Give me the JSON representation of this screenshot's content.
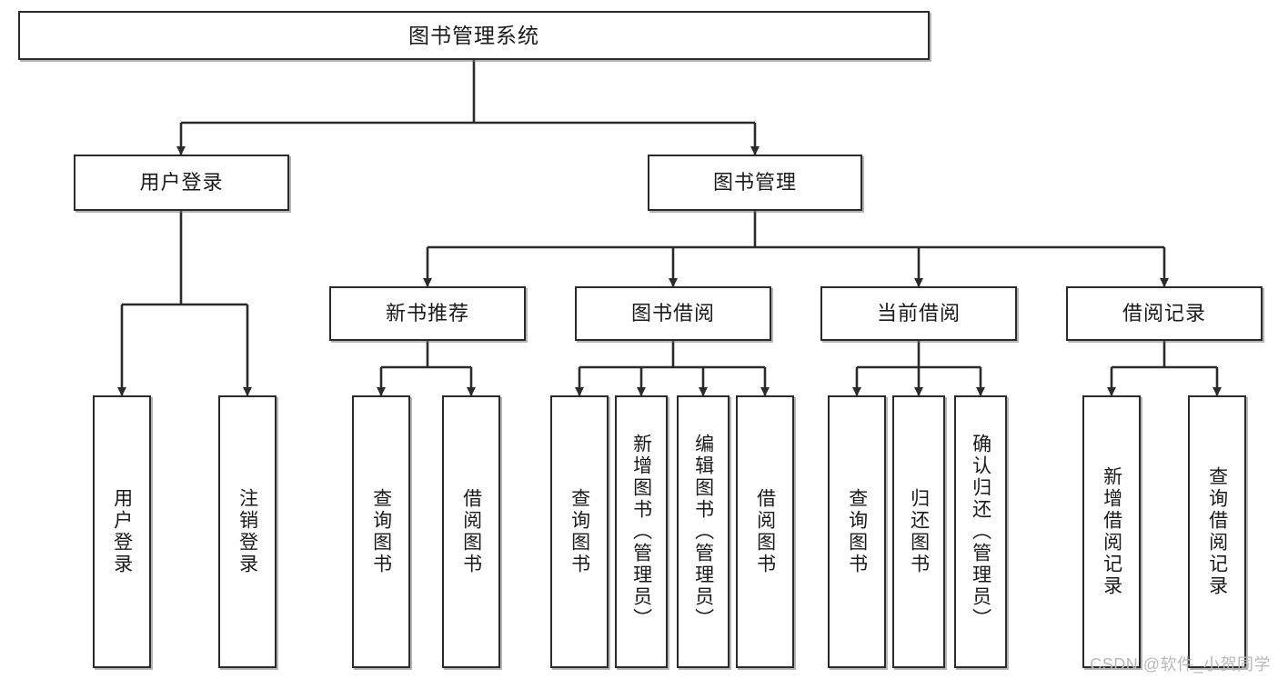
{
  "diagram": {
    "title": "图书管理系统",
    "type": "tree-hierarchy",
    "watermark": "CSDN @软件_小贺同学",
    "root": {
      "label": "图书管理系统"
    },
    "level2": [
      {
        "id": "user-login",
        "label": "用户登录"
      },
      {
        "id": "book-management",
        "label": "图书管理"
      }
    ],
    "level3": [
      {
        "id": "new-book-recommend",
        "label": "新书推荐",
        "parent": "book-management"
      },
      {
        "id": "book-borrow",
        "label": "图书借阅",
        "parent": "book-management"
      },
      {
        "id": "current-borrow",
        "label": "当前借阅",
        "parent": "book-management"
      },
      {
        "id": "borrow-record",
        "label": "借阅记录",
        "parent": "book-management"
      }
    ],
    "leaves": [
      {
        "id": "leaf-user-login",
        "label": "用户登录",
        "parent": "user-login"
      },
      {
        "id": "leaf-logout-login",
        "label": "注销登录",
        "parent": "user-login"
      },
      {
        "id": "leaf-query-book-1",
        "label": "查询图书",
        "parent": "new-book-recommend"
      },
      {
        "id": "leaf-borrow-book-1",
        "label": "借阅图书",
        "parent": "new-book-recommend"
      },
      {
        "id": "leaf-query-book-2",
        "label": "查询图书",
        "parent": "book-borrow"
      },
      {
        "id": "leaf-add-book-admin",
        "label": "新增图书（管理员）",
        "parent": "book-borrow"
      },
      {
        "id": "leaf-edit-book-admin",
        "label": "编辑图书（管理员）",
        "parent": "book-borrow"
      },
      {
        "id": "leaf-borrow-book-2",
        "label": "借阅图书",
        "parent": "book-borrow"
      },
      {
        "id": "leaf-query-book-3",
        "label": "查询图书",
        "parent": "current-borrow"
      },
      {
        "id": "leaf-return-book",
        "label": "归还图书",
        "parent": "current-borrow"
      },
      {
        "id": "leaf-confirm-return-admin",
        "label": "确认归还（管理员）",
        "parent": "current-borrow"
      },
      {
        "id": "leaf-add-borrow-record",
        "label": "新增借阅记录",
        "parent": "borrow-record"
      },
      {
        "id": "leaf-query-borrow-record",
        "label": "查询借阅记录",
        "parent": "borrow-record"
      }
    ],
    "colors": {
      "stroke": "#2b2b2b",
      "fill": "#ffffff",
      "text": "#1a1a1a",
      "watermark": "#b9b9b9"
    }
  }
}
